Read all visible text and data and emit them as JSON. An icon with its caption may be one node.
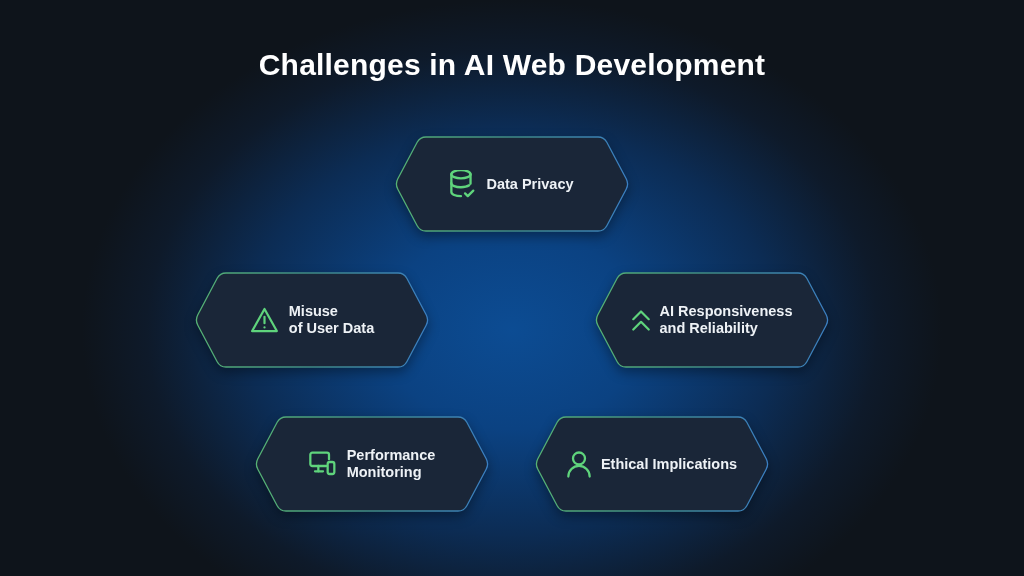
{
  "diagram": {
    "title": "Challenges in AI Web Development",
    "nodes": [
      {
        "text": [
          "Data Privacy"
        ]
      },
      {
        "text": [
          "Misuse of User Data"
        ]
      },
      {
        "text": [
          "AI Responsiveness and Reliability"
        ]
      },
      {
        "text": [
          "Performance Monitoring"
        ]
      },
      {
        "text": [
          "Ethical Implications"
        ]
      }
    ]
  }
}
